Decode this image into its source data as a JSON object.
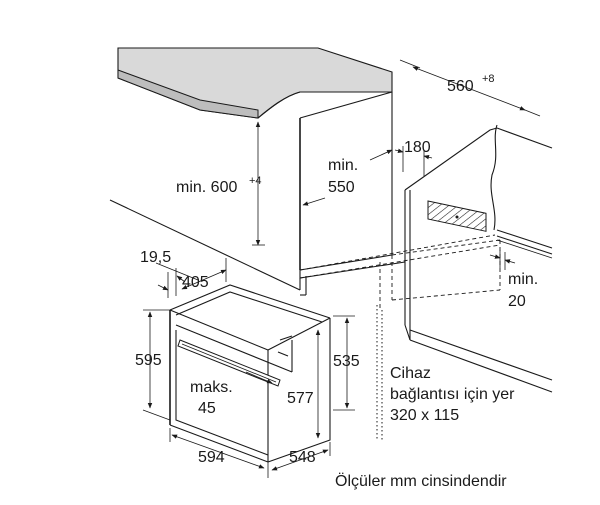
{
  "dimensions": {
    "depth_niche": "560",
    "depth_niche_tol": "+8",
    "gap_top": "180",
    "height_niche_prefix": "min. 600",
    "height_niche_tol": "+4",
    "min_depth_line1": "min.",
    "min_depth_line2": "550",
    "back_gap_line1": "min.",
    "back_gap_line2": "20",
    "front_offset": "19,5",
    "oven_depth_top": "405",
    "oven_height": "595",
    "oven_body_height": "535",
    "oven_inner": "577",
    "max_line1": "maks.",
    "max_line2": "45",
    "oven_width": "594",
    "oven_depth": "548"
  },
  "notes": {
    "connection_line1": "Cihaz",
    "connection_line2": "bağlantısı için yer",
    "connection_line3": "320 x 115",
    "units": "Ölçüler mm cinsindendir"
  }
}
